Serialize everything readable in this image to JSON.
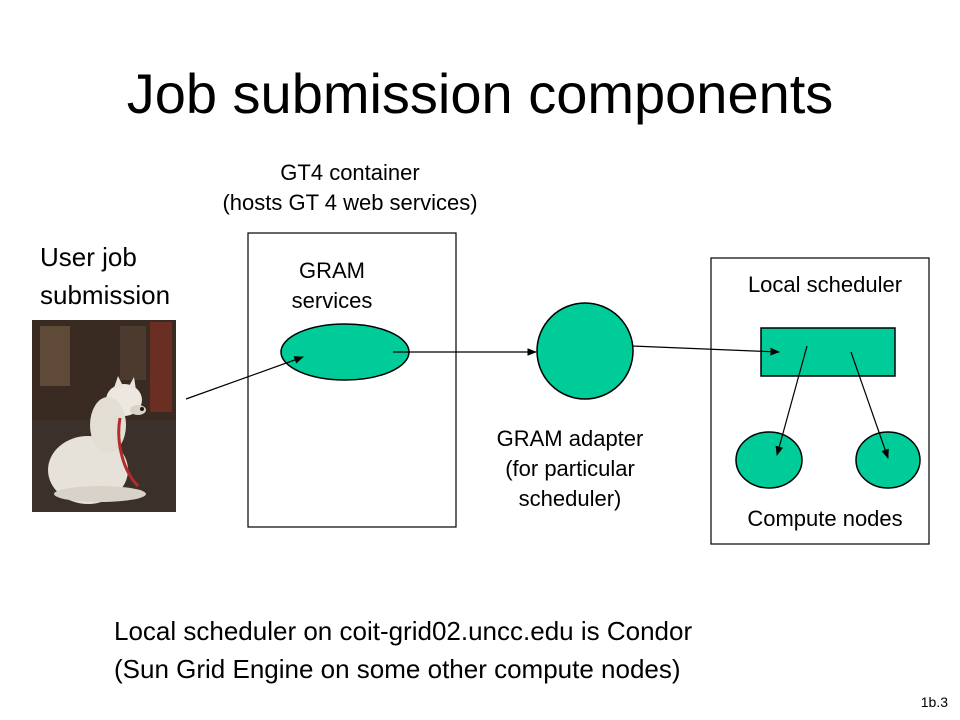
{
  "title": "Job submission components",
  "container": {
    "label_line1": "GT4 container",
    "label_line2": "(hosts GT 4 web services)",
    "gram_services_line1": "GRAM",
    "gram_services_line2": "services"
  },
  "user": {
    "line1": "User job",
    "line2": "submission"
  },
  "adapter": {
    "line1": "GRAM adapter",
    "line2": "(for particular",
    "line3": "scheduler)"
  },
  "cluster": {
    "scheduler_label": "Local scheduler",
    "nodes_label": "Compute nodes"
  },
  "footer": {
    "line1": "Local scheduler on coit-grid02.uncc.edu is Condor",
    "line2": "(Sun Grid Engine on some other compute nodes)"
  },
  "slide_number": "1b.3",
  "colors": {
    "shape_fill": "#00cc99",
    "stroke": "#000000"
  }
}
